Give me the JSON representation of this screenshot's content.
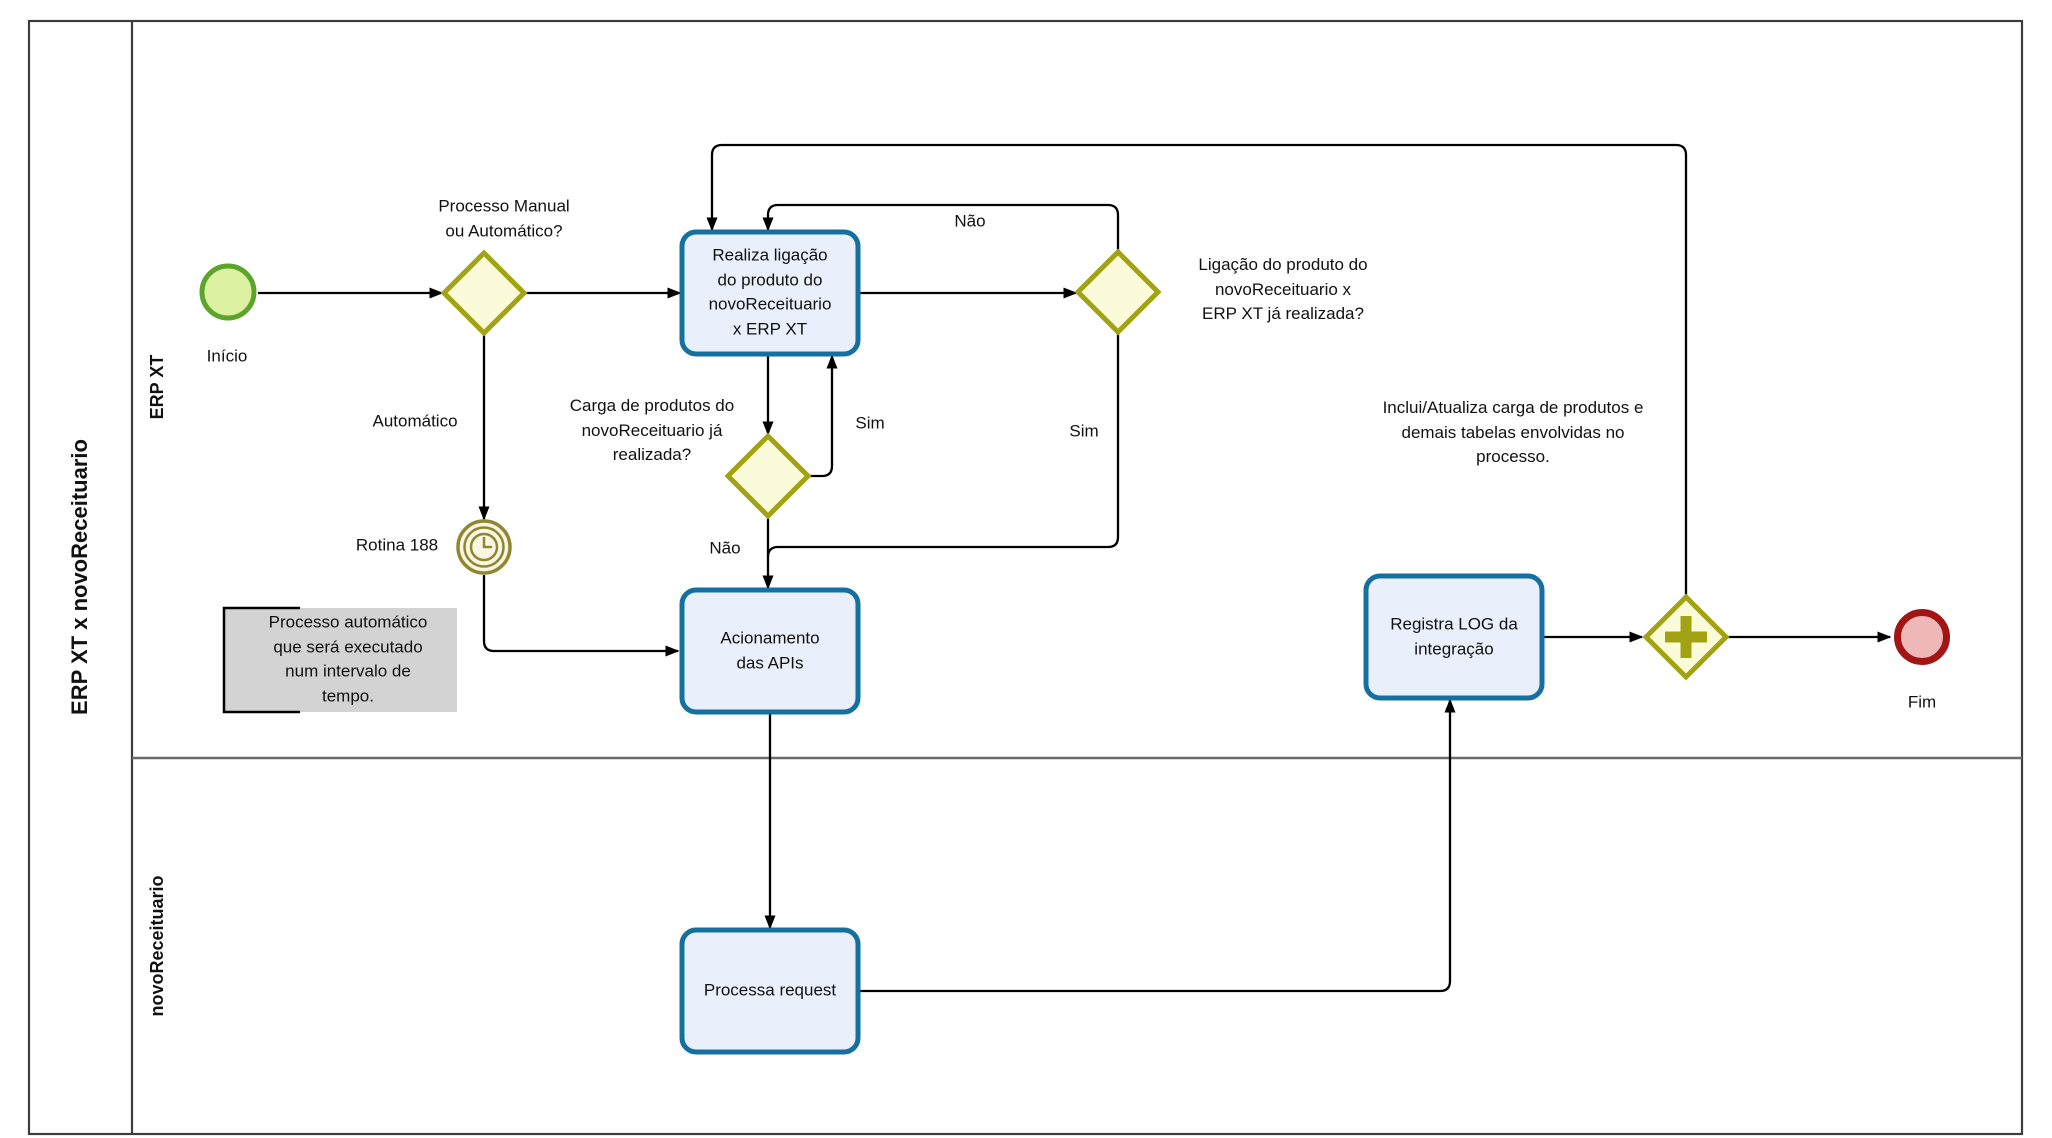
{
  "pool": {
    "title": "ERP XT x novoReceituario"
  },
  "lanes": [
    {
      "label": "ERP XT"
    },
    {
      "label": "novoReceituario"
    }
  ],
  "nodes": {
    "start": {
      "label": "Início"
    },
    "gw_manual_auto": {
      "label": "Processo Manual ou Automático?"
    },
    "task_realiza_ligacao": {
      "label": "Realiza ligação do produto do novoReceituario x ERP XT"
    },
    "gw_ligacao_realizada": {
      "label": "Ligação do produto do novoReceituario x ERP XT já realizada?"
    },
    "gw_carga_realizada": {
      "label": "Carga de produtos do novoReceituario já realizada?"
    },
    "timer": {
      "label": "Rotina 188"
    },
    "annotation": {
      "text": "Processo automático que será executado num intervalo de tempo."
    },
    "task_acionamento_apis": {
      "label": "Acionamento das APIs"
    },
    "task_registra_log": {
      "label": "Registra LOG da integração"
    },
    "note_inclui": {
      "text": "Inclui/Atualiza carga de produtos e demais tabelas envolvidas no processo."
    },
    "task_processa_request": {
      "label": "Processa request"
    },
    "end": {
      "label": "Fim"
    }
  },
  "edge_labels": {
    "automatico": "Automático",
    "carga_sim": "Sim",
    "carga_nao": "Não",
    "ligacao_sim": "Sim",
    "ligacao_nao": "Não"
  },
  "icons": {
    "timer": "clock-icon",
    "parallel": "plus-icon"
  },
  "colors": {
    "task_stroke": "#15709f",
    "task_fill": "#e9effb",
    "gateway_stroke": "#a2a313",
    "gateway_fill": "#fbfbd9",
    "start_stroke": "#5ba52b",
    "start_fill": "#dcf2a2",
    "end_stroke": "#a31515",
    "end_fill": "#eeb8b8",
    "timer_color": "#8f8630",
    "timer_fill": "#faf6e4",
    "annotation_fill": "#d3d3d3",
    "line_color": "#000000",
    "text_color": "#111111",
    "frame_color": "#3d3d3d",
    "lane_divider_color": "#6b6b6b"
  }
}
